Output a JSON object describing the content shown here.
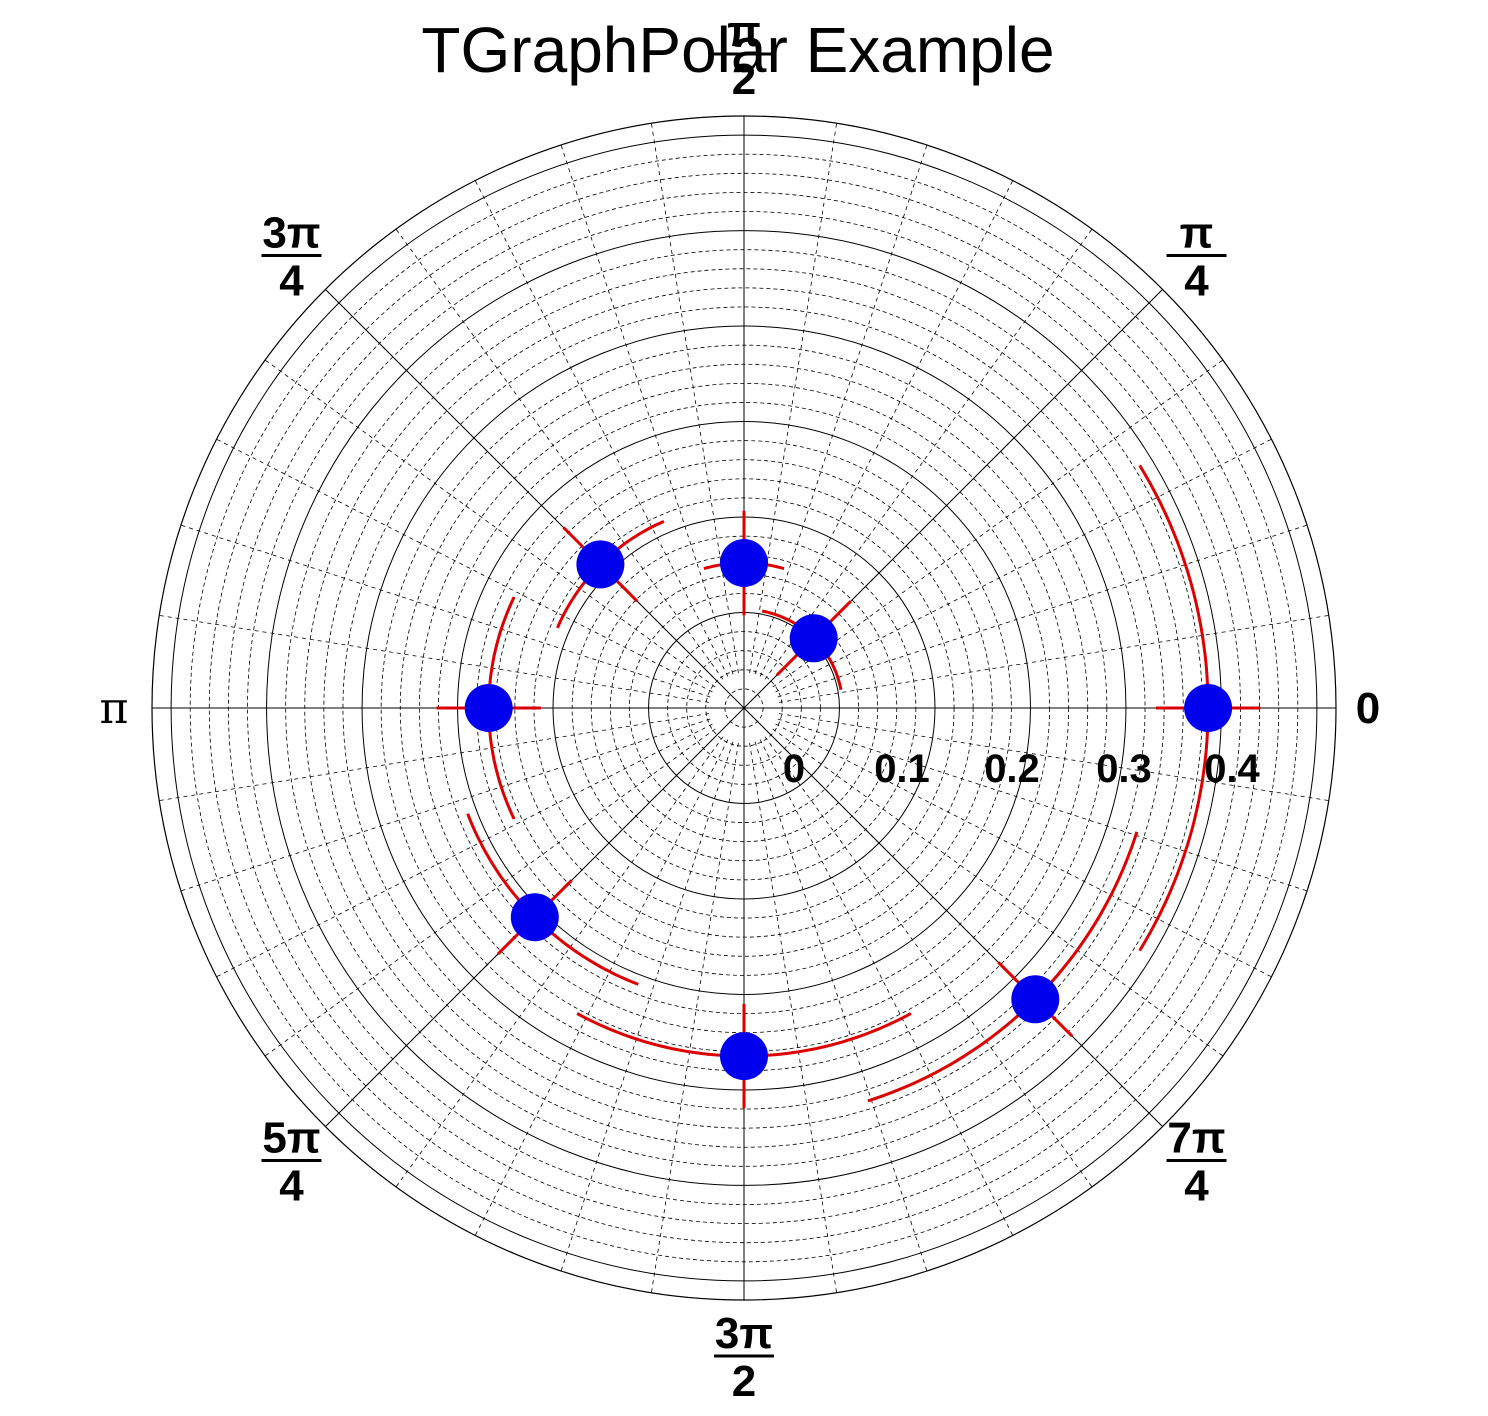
{
  "chart_data": {
    "type": "scatter",
    "projection": "polar",
    "title": "TGraphPolar Example",
    "radial_ticks": [
      "0",
      "0.1",
      "0.2",
      "0.3",
      "0.4"
    ],
    "rlim": [
      0,
      0.5
    ],
    "angle_labels": [
      {
        "angle": 0,
        "num": "0",
        "den": ""
      },
      {
        "angle": 0.7853981634,
        "num": "π",
        "den": "4"
      },
      {
        "angle": 1.5707963268,
        "num": "π",
        "den": "2"
      },
      {
        "angle": 2.3561944902,
        "num": "3π",
        "den": "4"
      },
      {
        "angle": 3.1415926536,
        "num": "π",
        "den": ""
      },
      {
        "angle": 3.926990817,
        "num": "5π",
        "den": "4"
      },
      {
        "angle": 4.7123889804,
        "num": "3π",
        "den": "2"
      },
      {
        "angle": 5.4977871438,
        "num": "7π",
        "den": "4"
      }
    ],
    "grid": true,
    "points": [
      {
        "theta": 0.0,
        "r": 0.4,
        "err_theta": 0.55,
        "err_r": 0.045
      },
      {
        "theta": 0.7853981634,
        "r": 0.085,
        "err_theta": 0.6,
        "err_r": 0.045
      },
      {
        "theta": 1.5707963268,
        "r": 0.125,
        "err_theta": 0.28,
        "err_r": 0.045
      },
      {
        "theta": 2.3561944902,
        "r": 0.175,
        "err_theta": 0.38,
        "err_r": 0.045
      },
      {
        "theta": 3.1415926536,
        "r": 0.22,
        "err_theta": 0.45,
        "err_r": 0.045
      },
      {
        "theta": 3.926990817,
        "r": 0.255,
        "err_theta": 0.42,
        "err_r": 0.045
      },
      {
        "theta": 4.7123889804,
        "r": 0.3,
        "err_theta": 0.5,
        "err_r": 0.045
      },
      {
        "theta": 5.4977871438,
        "r": 0.355,
        "err_theta": 0.48,
        "err_r": 0.045
      }
    ],
    "colors": {
      "marker": "#0000ee",
      "error_bar": "#dd0000",
      "axis": "#000000"
    }
  }
}
